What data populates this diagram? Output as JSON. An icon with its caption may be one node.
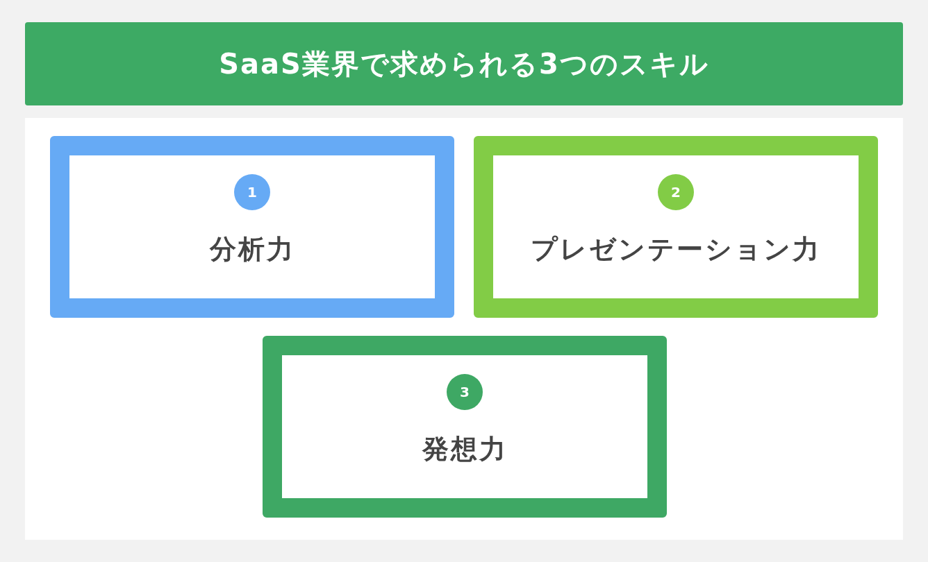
{
  "diagram": {
    "title": "SaaS業界で求められる3つのスキル",
    "nodes": [
      {
        "text": [
          "分析力"
        ]
      },
      {
        "text": [
          "1"
        ],
        "in": 0
      },
      {
        "text": [
          "プレゼンテーション力"
        ]
      },
      {
        "text": [
          "2"
        ],
        "in": 2
      },
      {
        "text": [
          "発想力"
        ]
      },
      {
        "text": [
          "3"
        ],
        "in": 4
      }
    ]
  }
}
